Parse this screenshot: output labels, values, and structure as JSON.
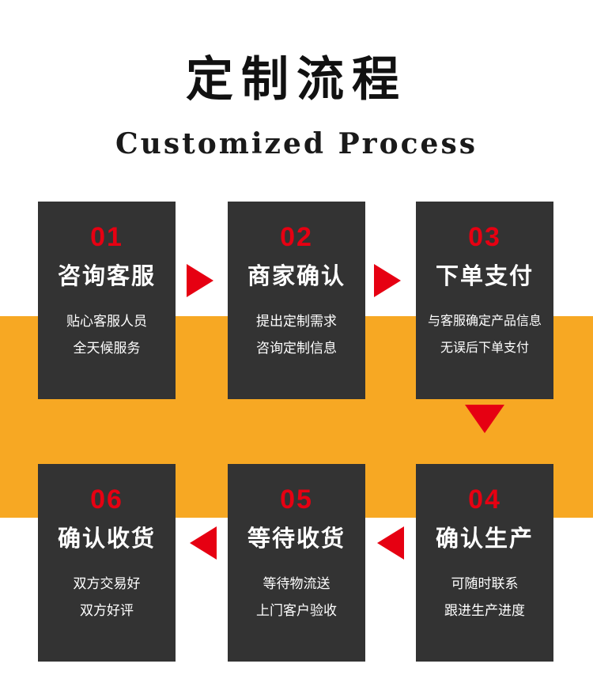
{
  "header": {
    "title": "定制流程",
    "subtitle": "Customized Process"
  },
  "steps": [
    {
      "number": "01",
      "title": "咨询客服",
      "line1": "贴心客服人员",
      "line2": "全天候服务"
    },
    {
      "number": "02",
      "title": "商家确认",
      "line1": "提出定制需求",
      "line2": "咨询定制信息"
    },
    {
      "number": "03",
      "title": "下单支付",
      "line1": "与客服确定产品信息",
      "line2": "无误后下单支付"
    },
    {
      "number": "04",
      "title": "确认生产",
      "line1": "可随时联系",
      "line2": "跟进生产进度"
    },
    {
      "number": "05",
      "title": "等待收货",
      "line1": "等待物流送",
      "line2": "上门客户验收"
    },
    {
      "number": "06",
      "title": "确认收货",
      "line1": "双方交易好",
      "line2": "双方好评"
    }
  ],
  "colors": {
    "accent_yellow": "#F7A823",
    "accent_red": "#E60012",
    "card_background": "#333333",
    "title_color": "#111111"
  }
}
